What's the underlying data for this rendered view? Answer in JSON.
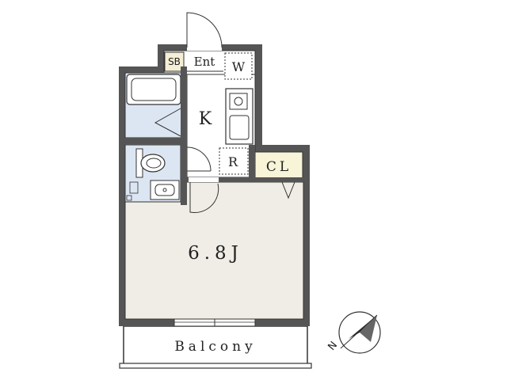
{
  "labels": {
    "shoe_box": "SB",
    "entrance": "Ent",
    "washer": "W",
    "kitchen": "K",
    "refrigerator": "R",
    "closet": "CL",
    "room": "6.8J",
    "balcony": "Balcony",
    "north": "N"
  },
  "colors": {
    "wall": "#555555",
    "room_floor": "#f0ede6",
    "wet_area": "#dce6f3",
    "closet": "#f7f4d8",
    "shoe_box": "#f4efd5",
    "background": "#ffffff"
  }
}
